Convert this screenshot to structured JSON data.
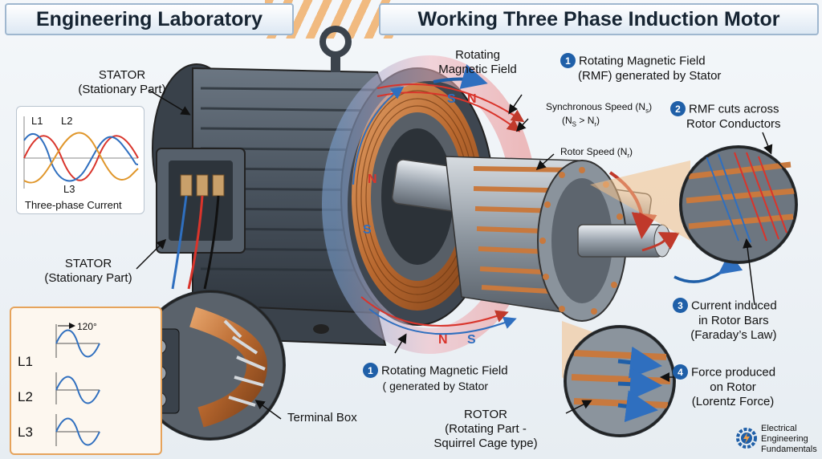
{
  "headers": {
    "left_title": "Engineering Laboratory",
    "right_title": "Working Three Phase Induction Motor"
  },
  "stator_labels": {
    "top": {
      "line1": "STATOR",
      "line2": "(Stationary Part)"
    },
    "middle": {
      "line1": "STATOR",
      "line2": "(Stationary Part)"
    }
  },
  "three_phase_panel": {
    "title": "Three-phase Current",
    "phase_labels": [
      "L1",
      "L2",
      "L3"
    ],
    "phase_colors": [
      "#d9342b",
      "#2f6fbf",
      "#e0962a"
    ]
  },
  "phase_inset": {
    "angle_label": "120°",
    "lines": [
      "L1",
      "L2",
      "L3"
    ],
    "wire_colors": [
      "#c0392b",
      "#8a5a2b",
      "#222222"
    ]
  },
  "terminal_box": {
    "label": "Terminal Box"
  },
  "field_labels": {
    "rotating_top": {
      "line1": "Rotating",
      "line2": "Magnetic Field"
    },
    "sync_speed": {
      "text": "Synchronous Speed (N",
      "sub": "s",
      "close": ")"
    },
    "sync_compare": {
      "a": "(N",
      "a_sub": "S",
      "mid": " > N",
      "b_sub": "r",
      "close": ")"
    },
    "rotor_speed": {
      "text": "Rotor Speed (N",
      "sub": "r",
      "close": ")"
    },
    "poles": [
      "S",
      "N",
      "N",
      "S",
      "N",
      "S"
    ]
  },
  "callouts": {
    "c1_top": {
      "num": "1",
      "line1": "Rotating Magnetic Field",
      "line2": "(RMF) generated by Stator"
    },
    "c2": {
      "num": "2",
      "line1": "RMF cuts across",
      "line2": "Rotor Conductors"
    },
    "c3": {
      "num": "3",
      "line1": "Current induced",
      "line2": "in Rotor Bars",
      "line3": "(Faraday’s Law)"
    },
    "c4": {
      "num": "4",
      "line1": "Force produced",
      "line2": "on Rotor",
      "line3": "(Lorentz Force)"
    },
    "c1_bottom": {
      "num": "1",
      "line1": "Rotating Magnetic Field",
      "line2": "( generated by Stator"
    }
  },
  "rotor_label": {
    "line1": "ROTOR",
    "line2": "(Rotating Part -",
    "line3": "Squirrel Cage type)"
  },
  "logo": {
    "line1": "Electrical",
    "line2": "Engineering",
    "line3": "Fundamentals"
  },
  "colors": {
    "accent": "#1f5fa8",
    "field_red": "#d9342b",
    "field_blue": "#2f6fbf",
    "copper": "#c8793e",
    "motor_body": "#4a5561",
    "highlight": "#f3c089"
  }
}
